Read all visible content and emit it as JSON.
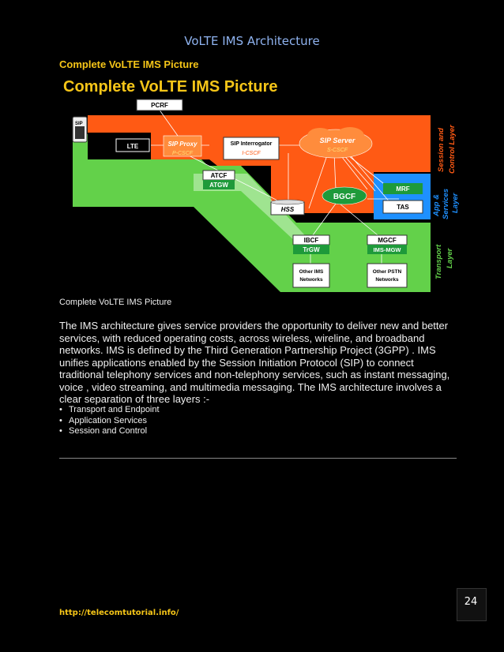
{
  "header": {
    "title": "VoLTE IMS Architecture"
  },
  "section": {
    "heading": "Complete VoLTE IMS Picture"
  },
  "diagram": {
    "title": "Complete VoLTE IMS Picture",
    "nodes": {
      "pcrf": "PCRF",
      "lte": "LTE",
      "sip_proxy": "SIP Proxy",
      "p_cscf": "P-CSCF",
      "sip_interrogator": "SIP Interrogator",
      "i_cscf": "I-CSCF",
      "sip_server": "SIP Server",
      "s_cscf": "S-CSCF",
      "atcf": "ATCF",
      "atgw": "ATGW",
      "bgcf": "BGCF",
      "mrf": "MRF",
      "tas": "TAS",
      "hss": "HSS",
      "ibcf": "IBCF",
      "trgw": "TrGW",
      "mgcf": "MGCF",
      "ims_mgw": "IMS-MGW",
      "other_ims_1": "Other IMS",
      "other_ims_2": "Networks",
      "other_pstn_1": "Other PSTN",
      "other_pstn_2": "Networks",
      "sip_phone": "SIP"
    },
    "layers": {
      "session_1": "Session and",
      "session_2": "Control Layer",
      "app_1": "App &",
      "app_2": "Services",
      "app_3": "Layer",
      "transport_1": "Transport",
      "transport_2": "Layer"
    },
    "colors": {
      "session": "#ff5a14",
      "app": "#1e90ff",
      "transport": "#63d14a",
      "accent": "#f5c518"
    }
  },
  "caption": "Complete VoLTE IMS Picture",
  "body": {
    "paragraph": "The IMS architecture gives service providers the opportunity to deliver new and better services, with reduced operating costs, across wireless, wireline, and broadband networks. IMS is defined by the Third Generation Partnership Project (3GPP) . IMS unifies applications enabled by the Session Initiation Protocol (SIP) to connect traditional telephony services and non-telephony services, such as instant messaging, voice , video streaming, and multimedia messaging. The IMS architecture involves a clear separation of three layers :-",
    "layers": [
      "Transport and Endpoint",
      "Application Services",
      "Session and Control"
    ]
  },
  "footer": {
    "page_number": "24",
    "url": "http://telecomtutorial.info/"
  }
}
